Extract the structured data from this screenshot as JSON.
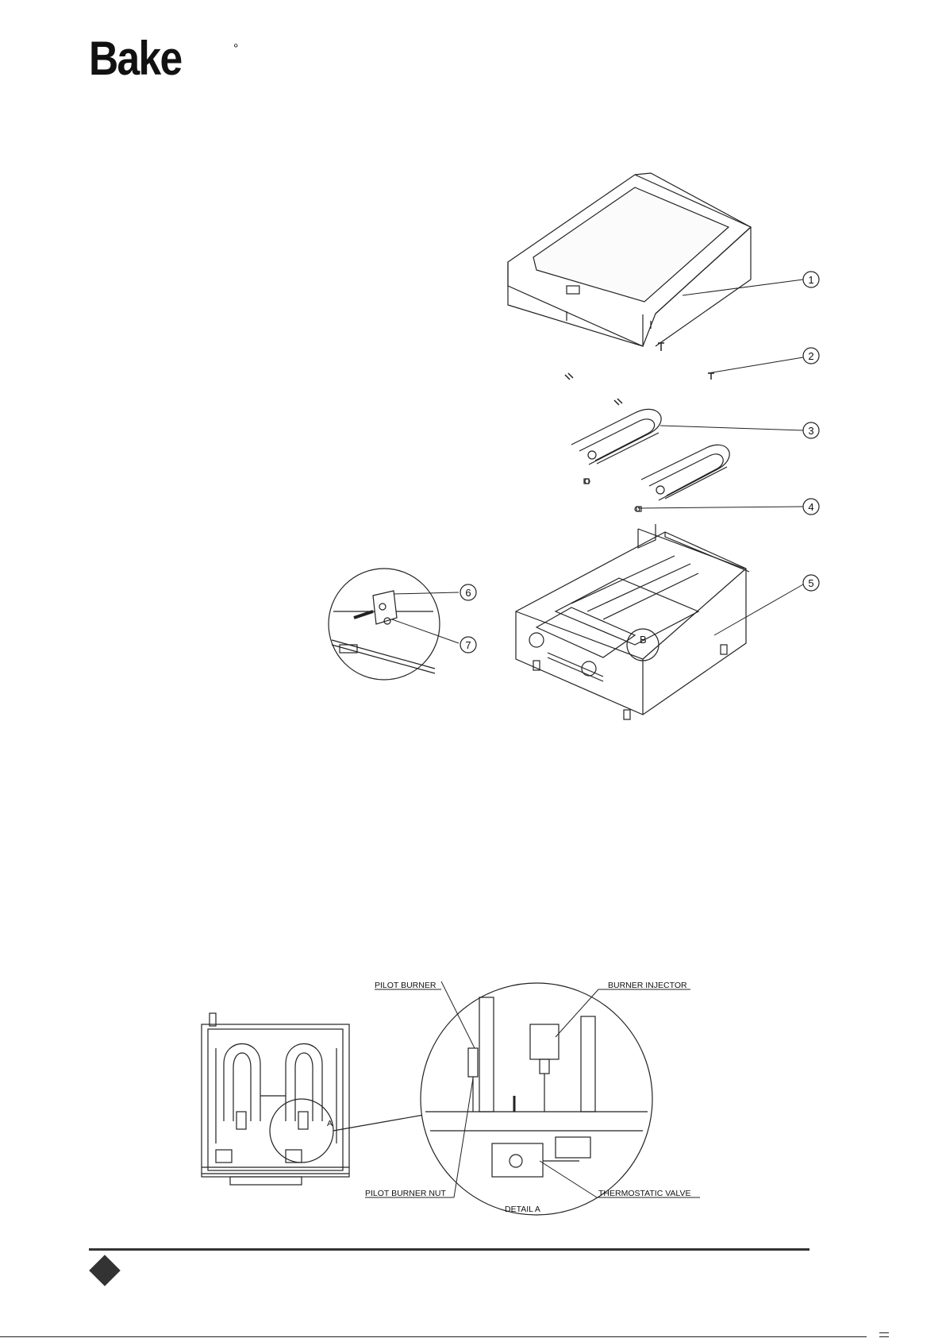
{
  "header": {
    "brand": "Bake",
    "degree_symbol": "°"
  },
  "exploded_view": {
    "callouts": [
      "1",
      "2",
      "3",
      "4",
      "5",
      "6",
      "7"
    ],
    "detail_marker": "B"
  },
  "burner_detail": {
    "section_marker": "A",
    "labels": {
      "pilot_burner": "PILOT BURNER",
      "burner_injector": "BURNER INJECTOR",
      "pilot_burner_nut": "PILOT BURNER NUT",
      "thermostatic_valve": "THERMOSTATIC VALVE",
      "detail_caption": "DETAIL A"
    }
  }
}
